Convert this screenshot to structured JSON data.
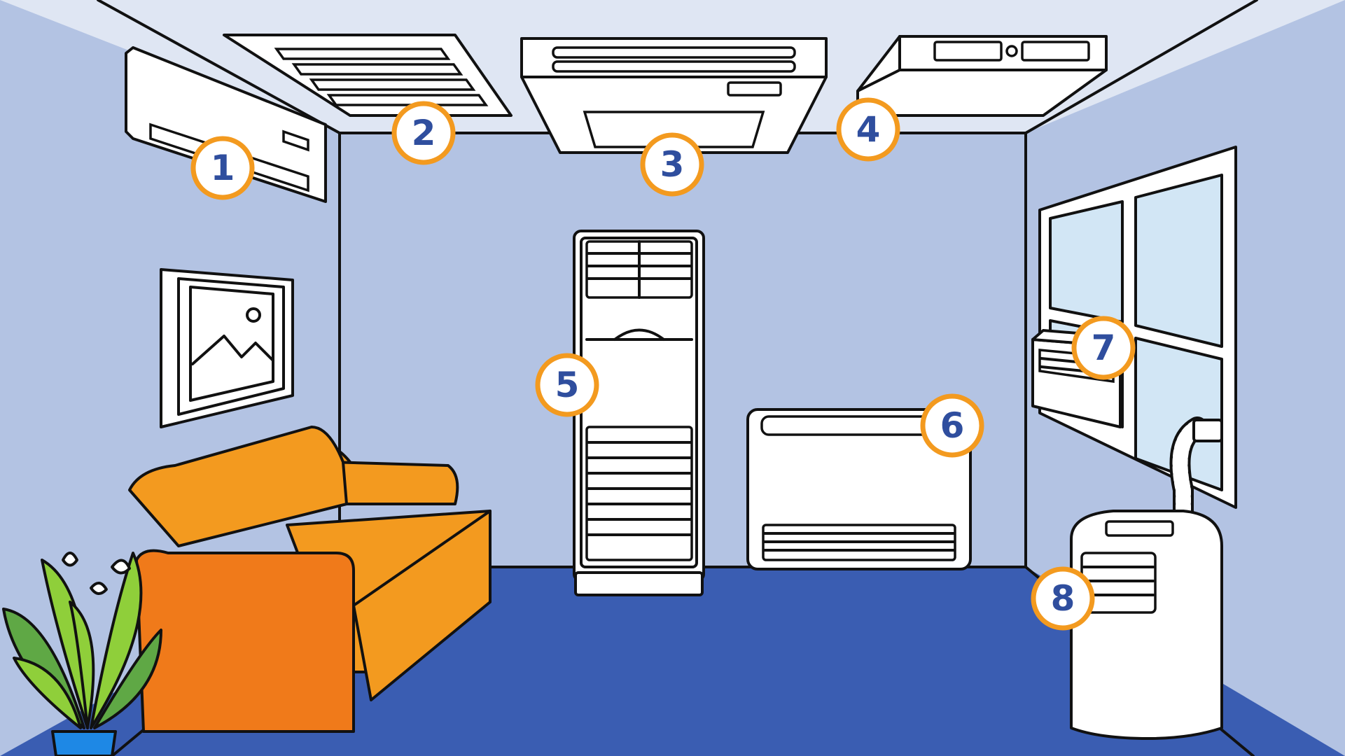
{
  "colors": {
    "wall": "#b3c3e3",
    "ceiling": "#dfe6f3",
    "floor": "#3a5db2",
    "sofa": "#f39a1f",
    "sofa_dark": "#f07a1a",
    "badge_ring": "#f39a1f",
    "badge_text": "#2f4e9e",
    "plant": "#8fcf3a",
    "plant_dark": "#5fa845",
    "pot": "#1e88e5",
    "window_glass": "#d2e6f5"
  },
  "badges": [
    {
      "id": "1",
      "label": "1"
    },
    {
      "id": "2",
      "label": "2"
    },
    {
      "id": "3",
      "label": "3"
    },
    {
      "id": "4",
      "label": "4"
    },
    {
      "id": "5",
      "label": "5"
    },
    {
      "id": "6",
      "label": "6"
    },
    {
      "id": "7",
      "label": "7"
    },
    {
      "id": "8",
      "label": "8"
    }
  ],
  "icons": {
    "wall_split": "wall-mounted-ac-icon",
    "cassette": "ceiling-cassette-ac-icon",
    "ceiling_floor": "ceiling-suspended-ac-icon",
    "ducted": "ducted-ac-icon",
    "floor_standing": "floor-standing-ac-icon",
    "console": "floor-console-ac-icon",
    "window_unit": "window-ac-icon",
    "portable": "portable-ac-icon"
  }
}
